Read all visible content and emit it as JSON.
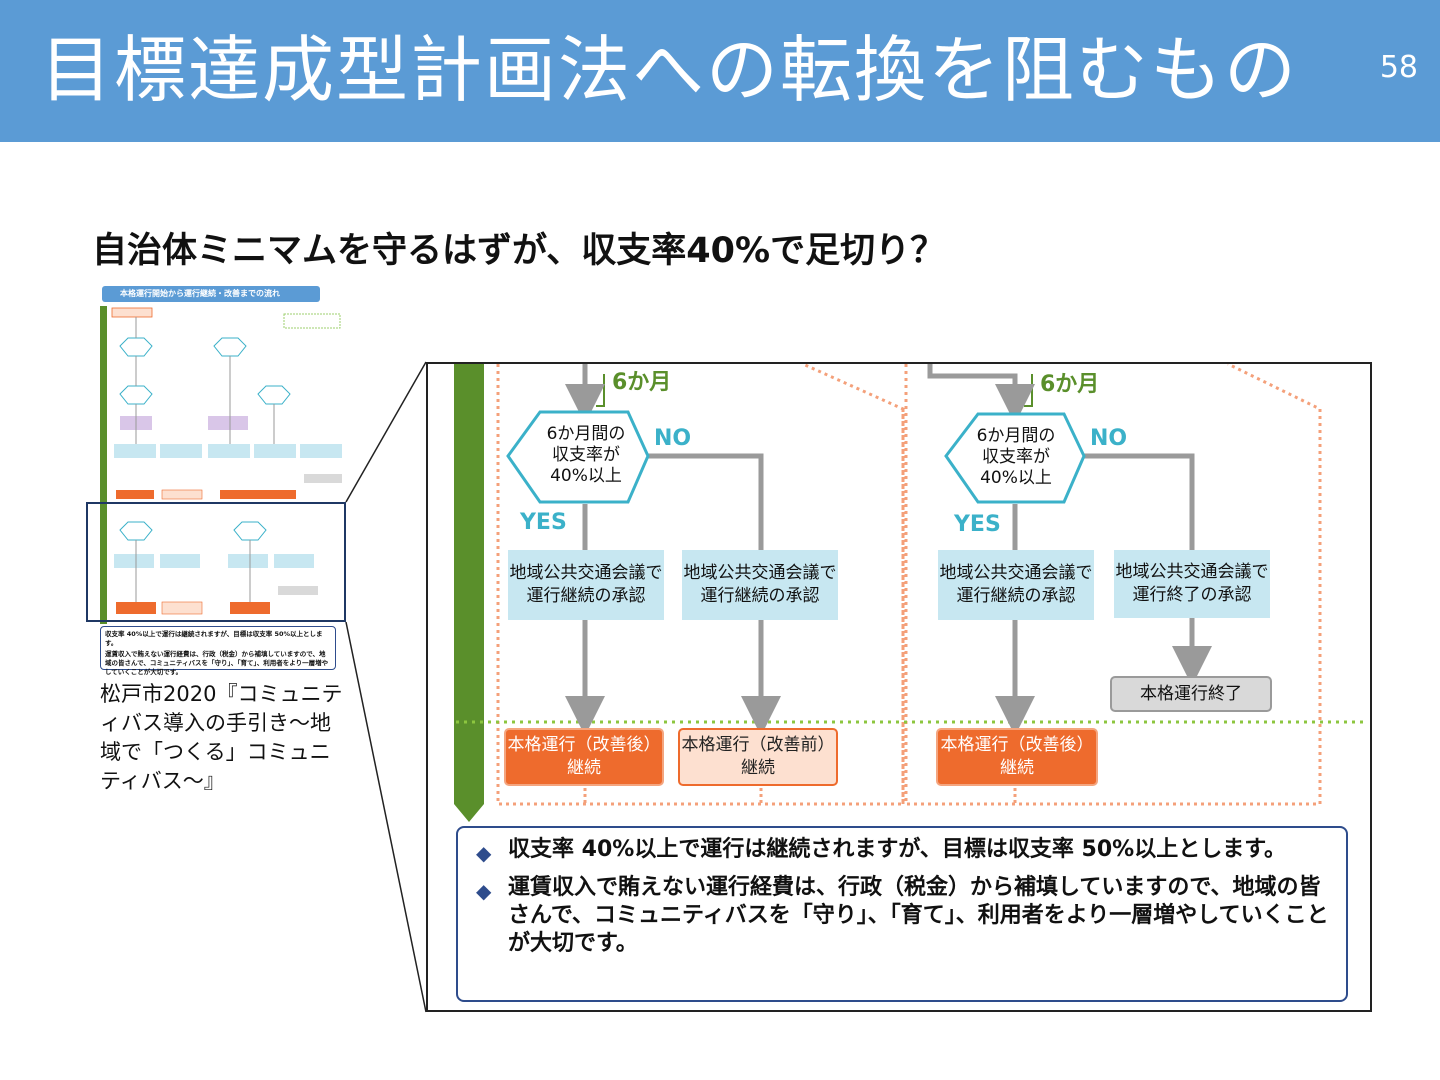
{
  "slide": {
    "title": "目標達成型計画法への転換を阻むもの",
    "page_number": "58",
    "subtitle": "自治体ミニマムを守るはずが、収支率40%で足切り？",
    "caption": "松戸市2020『コミュニティバス導入の手引き～地域で「つくる」コミュニティバス～』"
  },
  "thumbnail": {
    "header": "本格運行開始から運行継続・改善までの流れ",
    "notes": [
      "収支率 40%以上で運行は継続されますが、目標は収支率 50%以上とします。",
      "運賃収入で賄えない運行経費は、行政（税金）から補填していますので、地域の皆さんで、コミュニティバスを「守り」、「育て」、利用者をより一層増やしていくことが大切です。"
    ]
  },
  "zoom": {
    "period_left": "6か月",
    "period_right": "6か月",
    "decision_left": "6か月間の\n収支率が\n40%以上",
    "decision_right": "6か月間の\n収支率が\n40%以上",
    "no_left": "NO",
    "no_right": "NO",
    "yes_left": "YES",
    "yes_right": "YES",
    "box_approve_1": "地域公共交通会議で\n運行継続の承認",
    "box_approve_2": "地域公共交通会議で\n運行継続の承認",
    "box_approve_3": "地域公共交通会議で\n運行継続の承認",
    "box_end_approve": "地域公共交通会議で\n運行終了の承認",
    "box_end": "本格運行終了",
    "result_1": "本格運行（改善後）\n継続",
    "result_2": "本格運行（改善前）\n継続",
    "result_3": "本格運行（改善後）\n継続",
    "note_1": "収支率 40%以上で運行は継続されますが、目標は収支率 50%以上とします。",
    "note_2": "運賃収入で賄えない運行経費は、行政（税金）から補填していますので、地域の皆さんで、コミュニティバスを「守り」、「育て」、利用者をより一層増やしていくことが大切です。"
  },
  "colors": {
    "title_bar": "#5b9bd5",
    "green_bar": "#5a8f2b",
    "yes_no": "#3bb1c9",
    "approval_box": "#c7e7f1",
    "result_box": "#ee6b2d",
    "note_border": "#2e4c8c"
  }
}
